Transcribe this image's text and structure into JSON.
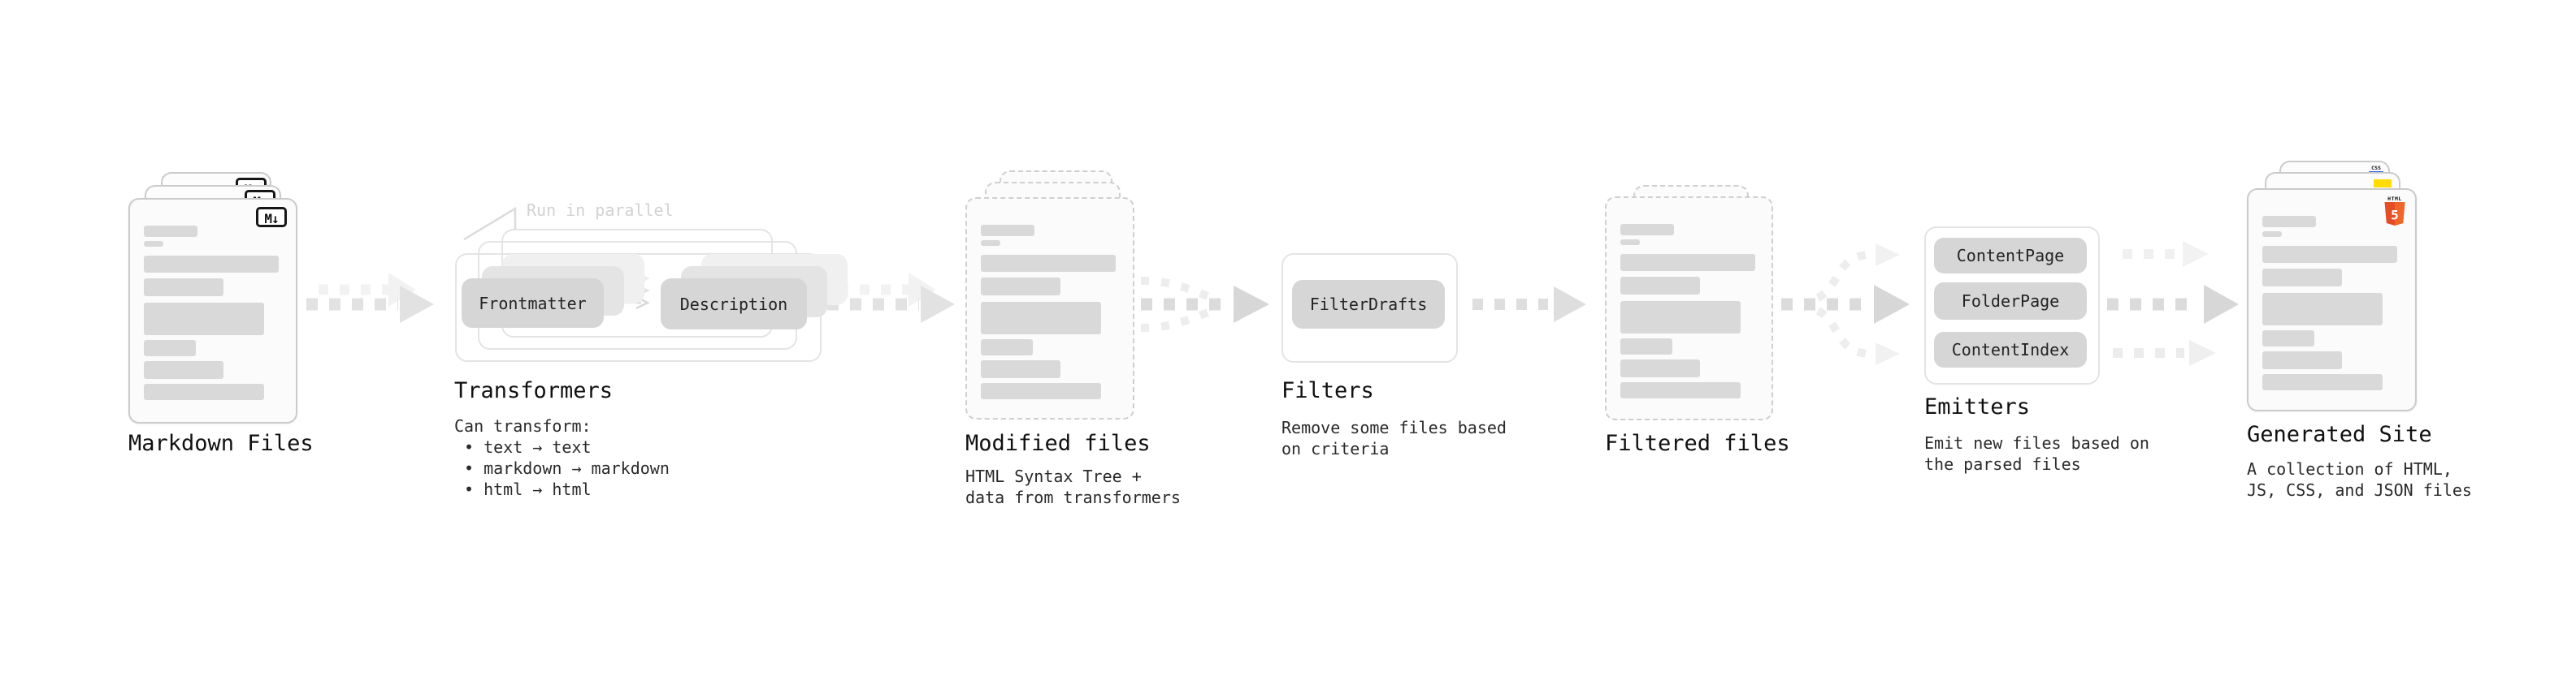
{
  "stages": {
    "markdown_files": {
      "label": "Markdown Files",
      "badge": "M↓"
    },
    "transformers": {
      "label": "Transformers",
      "callout": "Run in parallel",
      "pill_from": "Frontmatter",
      "pill_to": "Description",
      "desc_title": "Can transform:",
      "bullets": [
        "• text → text",
        "• markdown → markdown",
        "• html → html"
      ]
    },
    "modified_files": {
      "label": "Modified files",
      "desc": [
        "HTML Syntax Tree +",
        "data from transformers"
      ]
    },
    "filters": {
      "label": "Filters",
      "pill": "FilterDrafts",
      "desc": [
        "Remove some files based",
        "on criteria"
      ]
    },
    "filtered_files": {
      "label": "Filtered files"
    },
    "emitters": {
      "label": "Emitters",
      "pills": [
        "ContentPage",
        "FolderPage",
        "ContentIndex"
      ],
      "desc": [
        "Emit new files based on",
        "the parsed files"
      ]
    },
    "generated_site": {
      "label": "Generated Site",
      "desc": [
        "A collection of HTML,",
        "JS, CSS, and JSON files"
      ],
      "badge_css": "CSS",
      "badge_html": "HTML",
      "badge_html5_number": "5"
    }
  },
  "colors": {
    "html5_orange_dark": "#e44d26",
    "html5_orange_light": "#f16529",
    "js_yellow": "#ffdd00",
    "css_blue": "#2a62e8",
    "placeholder_bar": "#d9d9d9",
    "pill_gray": "#d6d6d6",
    "arrow_gray": "#dcdcdc"
  }
}
